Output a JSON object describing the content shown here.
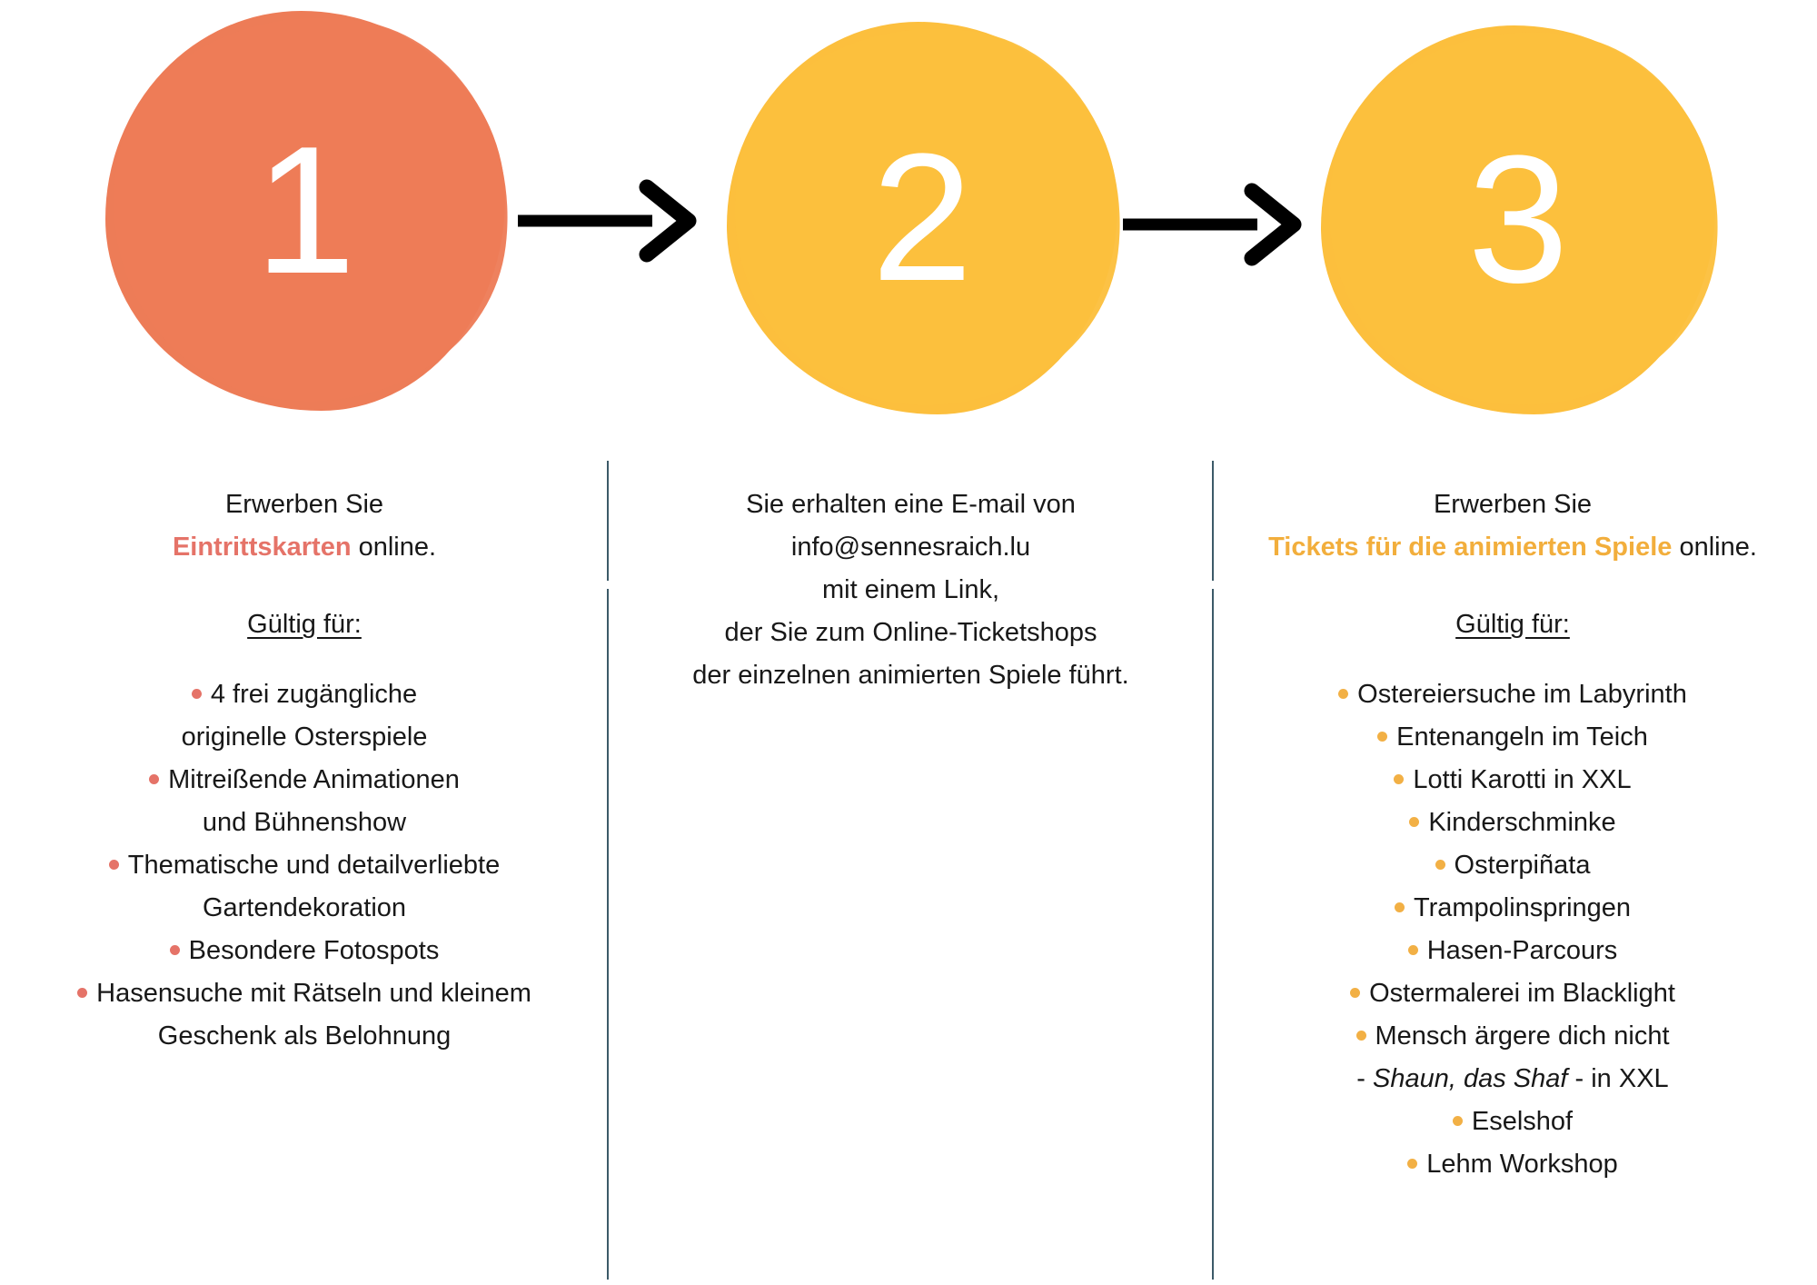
{
  "colors": {
    "coral_circle": "#ED7C57",
    "yellow_circle": "#FCBF3D",
    "coral_text": "#E57368",
    "yellow_text": "#F2AE3C",
    "divider": "#3C5A68",
    "arrow": "#000000",
    "body_text": "#181818"
  },
  "steps": [
    {
      "number": "1",
      "intro_line1": "Erwerben Sie",
      "intro_highlight": "Eintrittskarten",
      "intro_suffix": " online.",
      "subheading": "Gültig für:",
      "bullets": [
        {
          "line1": "4 frei zugängliche",
          "line2": "originelle Osterspiele"
        },
        {
          "line1": "Mitreißende Animationen",
          "line2": "und Bühnenshow"
        },
        {
          "line1": "Thematische und detailverliebte",
          "line2": "Gartendekoration"
        },
        {
          "line1": "Besondere Fotospots"
        },
        {
          "line1": "Hasensuche mit Rätseln und kleinem",
          "line2": "Geschenk als Belohnung"
        }
      ]
    },
    {
      "number": "2",
      "lines": [
        "Sie erhalten eine E-mail von",
        "info@sennesraich.lu",
        "mit einem Link,",
        "der Sie zum Online-Ticketshops",
        "der einzelnen animierten Spiele führt."
      ]
    },
    {
      "number": "3",
      "intro_line1": "Erwerben Sie",
      "intro_highlight": "Tickets für die animierten Spiele",
      "intro_suffix": " online.",
      "subheading": "Gültig für:",
      "bullets": [
        {
          "line1": "Ostereiersuche im Labyrinth"
        },
        {
          "line1": "Entenangeln im Teich"
        },
        {
          "line1": "Lotti Karotti in XXL"
        },
        {
          "line1": "Kinderschminke"
        },
        {
          "line1": "Osterpiñata"
        },
        {
          "line1": "Trampolinspringen"
        },
        {
          "line1": "Hasen-Parcours"
        },
        {
          "line1": "Ostermalerei im Blacklight"
        },
        {
          "line1": "Mensch ärgere dich nicht",
          "line2_pre": "- ",
          "line2_italic": "Shaun, das Shaf",
          "line2_post": " - in XXL"
        },
        {
          "line1": "Eselshof"
        },
        {
          "line1": "Lehm Workshop"
        }
      ]
    }
  ]
}
